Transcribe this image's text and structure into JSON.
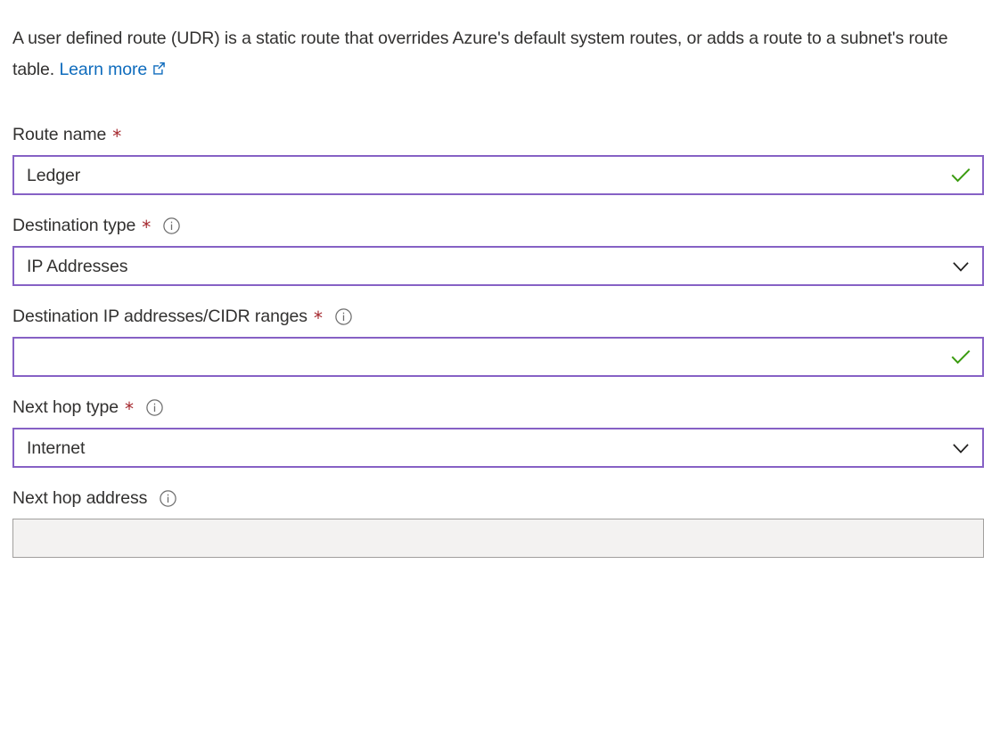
{
  "intro": {
    "text": "A user defined route (UDR) is a static route that overrides Azure's default system routes, or adds a route to a subnet's route table.",
    "link_label": "Learn more",
    "link_icon": "external-link-icon"
  },
  "colors": {
    "accent_purple": "#8661c5",
    "link_blue": "#0f6cbd",
    "required_red": "#a4262c",
    "valid_green": "#3a9b0f",
    "disabled_bg": "#f3f2f1",
    "disabled_border": "#a19f9d",
    "text": "#323130"
  },
  "form": {
    "fields": [
      {
        "name": "route-name",
        "label": "Route name",
        "required": true,
        "has_info": false,
        "type": "text",
        "value": "Ledger",
        "placeholder": "",
        "disabled": false,
        "adornment": "valid-check-icon"
      },
      {
        "name": "destination-type",
        "label": "Destination type",
        "required": true,
        "has_info": true,
        "type": "select",
        "value": "IP Addresses",
        "placeholder": "",
        "disabled": false,
        "adornment": "chevron-down-icon"
      },
      {
        "name": "destination-ip-addresses-cidr-ranges",
        "label": "Destination IP addresses/CIDR ranges",
        "required": true,
        "has_info": true,
        "type": "text",
        "value": "",
        "placeholder": "",
        "disabled": false,
        "adornment": "valid-check-icon"
      },
      {
        "name": "next-hop-type",
        "label": "Next hop type",
        "required": true,
        "has_info": true,
        "type": "select",
        "value": "Internet",
        "placeholder": "",
        "disabled": false,
        "adornment": "chevron-down-icon"
      },
      {
        "name": "next-hop-address",
        "label": "Next hop address",
        "required": false,
        "has_info": true,
        "type": "text",
        "value": "",
        "placeholder": "",
        "disabled": true,
        "adornment": "none"
      }
    ]
  }
}
